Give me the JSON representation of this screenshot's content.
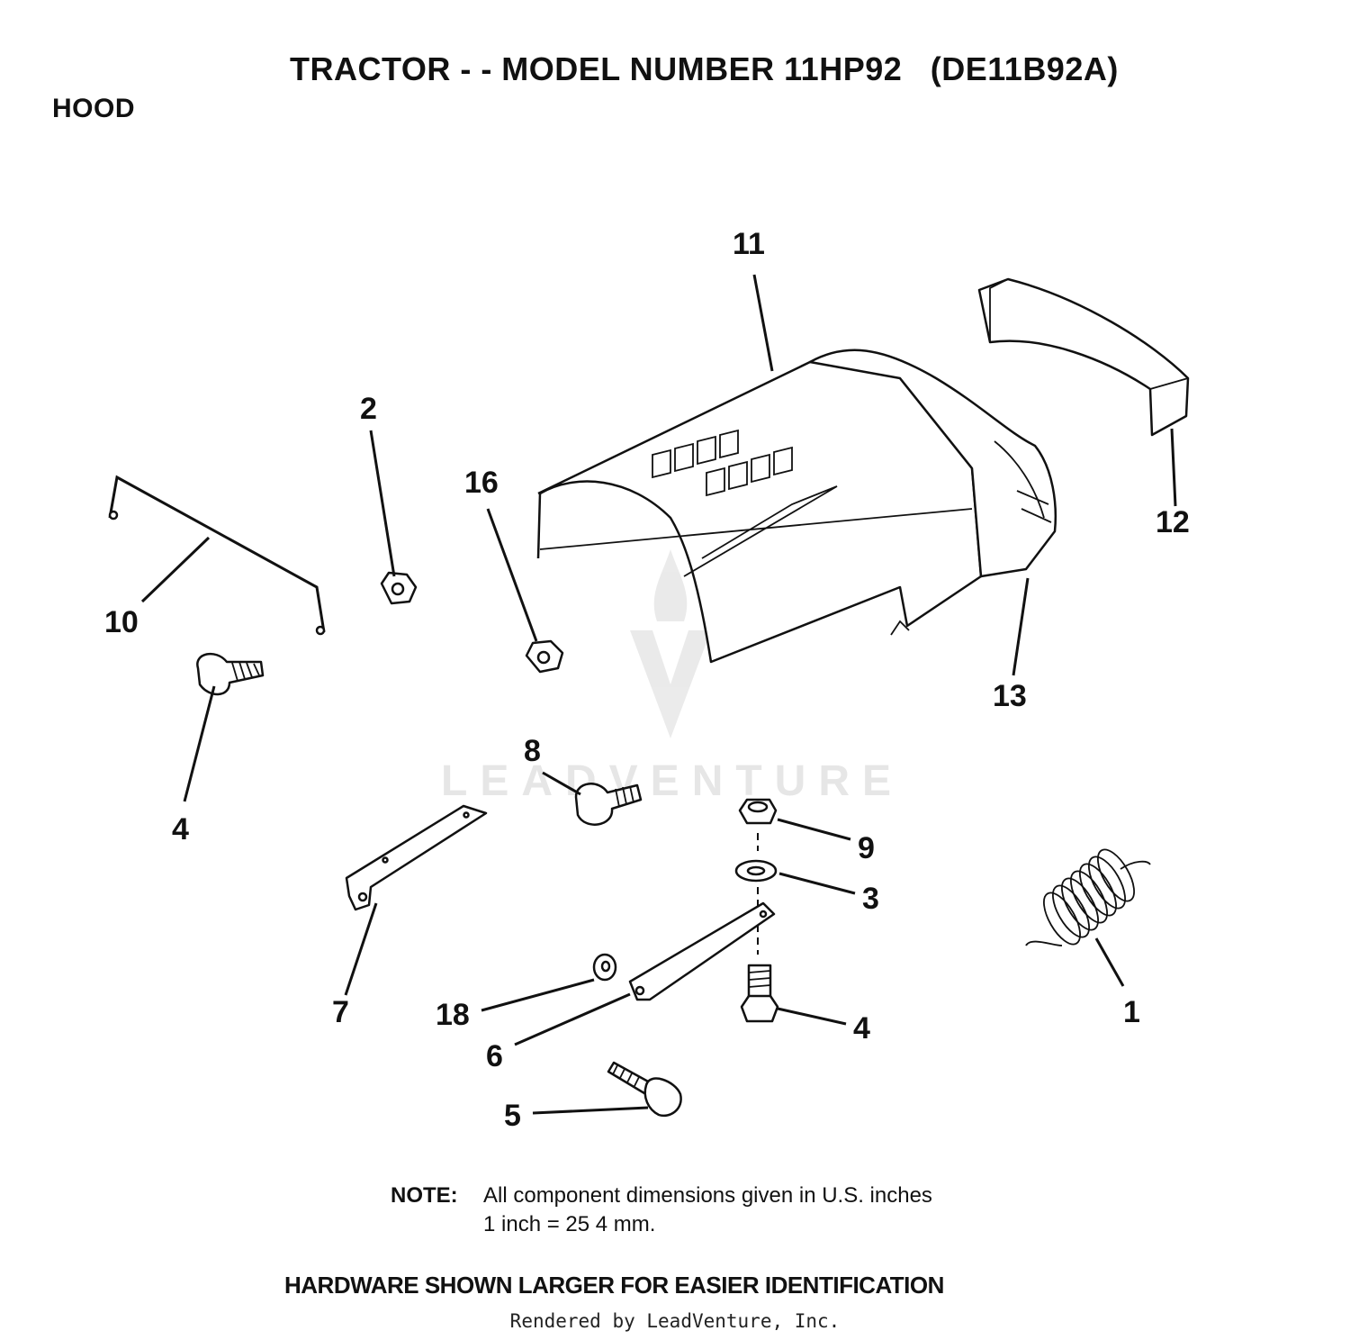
{
  "title": "TRACTOR - - MODEL NUMBER 11HP92   (DE11B92A)",
  "section": "HOOD",
  "watermark": "LEADVENTURE",
  "callouts": [
    "11",
    "2",
    "16",
    "12",
    "10",
    "13",
    "4",
    "8",
    "9",
    "3",
    "7",
    "18",
    "6",
    "4",
    "1",
    "5"
  ],
  "note": {
    "label": "NOTE:",
    "line1": "All component dimensions given in U.S. inches",
    "line2": "1 inch = 25 4 mm."
  },
  "hardware_note": "HARDWARE SHOWN LARGER FOR EASIER IDENTIFICATION",
  "rendered_by": "Rendered by LeadVenture, Inc."
}
